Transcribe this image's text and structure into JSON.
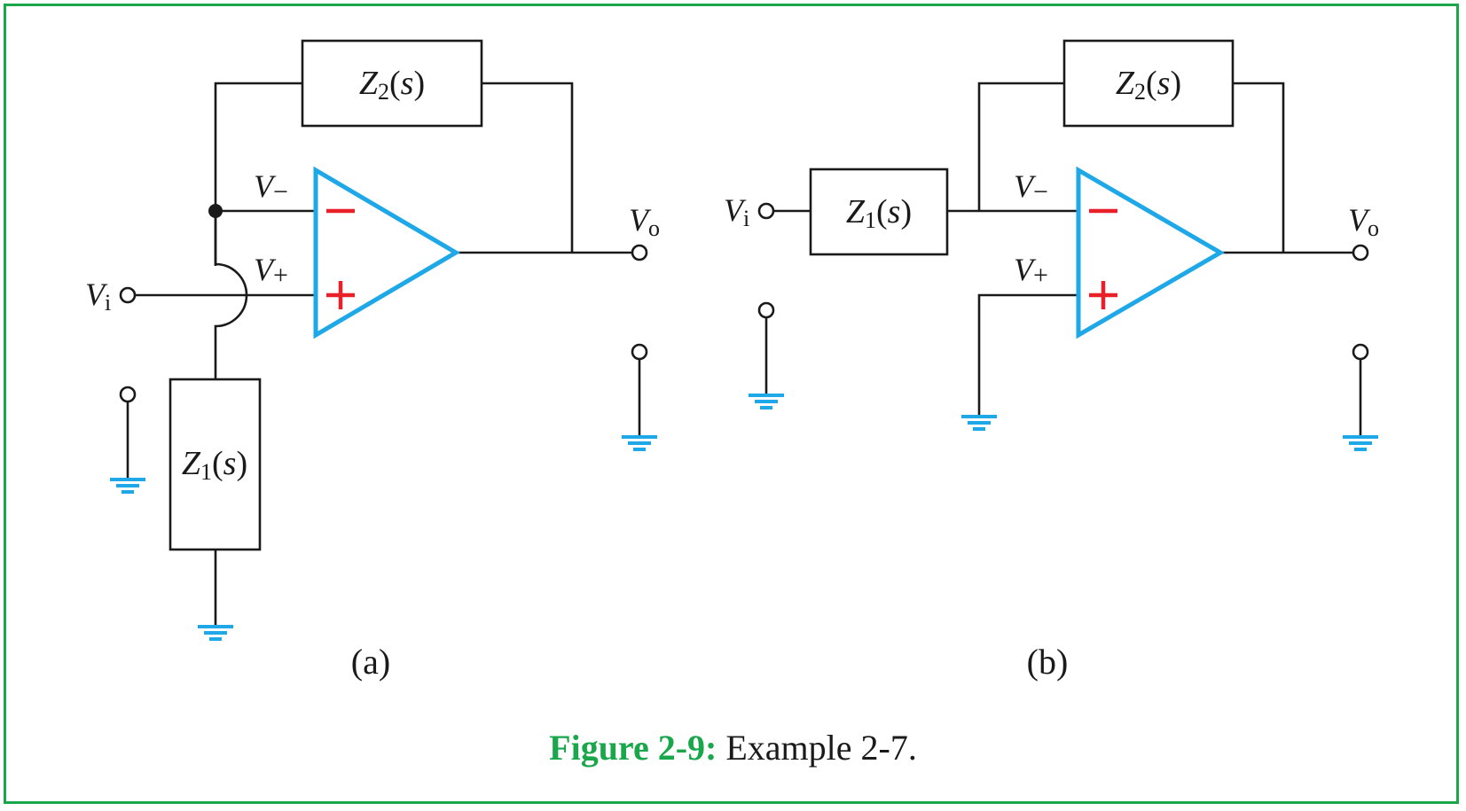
{
  "caption": {
    "figure_label": "Figure 2-9:",
    "text": " Example 2-7."
  },
  "circuit_a": {
    "panel_label": "(a)",
    "z2": {
      "main": "Z",
      "sub": "2",
      "arg": "(s)"
    },
    "z1": {
      "main": "Z",
      "sub": "1",
      "arg": "(s)"
    },
    "v_minus": {
      "main": "V",
      "sub": "−"
    },
    "v_plus": {
      "main": "V",
      "sub": "+"
    },
    "v_in": {
      "main": "V",
      "sub": "i"
    },
    "v_out": {
      "main": "V",
      "sub": "o"
    }
  },
  "circuit_b": {
    "panel_label": "(b)",
    "z2": {
      "main": "Z",
      "sub": "2",
      "arg": "(s)"
    },
    "z1": {
      "main": "Z",
      "sub": "1",
      "arg": "(s)"
    },
    "v_minus": {
      "main": "V",
      "sub": "−"
    },
    "v_plus": {
      "main": "V",
      "sub": "+"
    },
    "v_in": {
      "main": "V",
      "sub": "i"
    },
    "v_out": {
      "main": "V",
      "sub": "o"
    }
  },
  "colors": {
    "frame": "#1aa64a",
    "opamp": "#1ea8e8",
    "signs": "#e8202a",
    "ground": "#1ea8e8"
  }
}
